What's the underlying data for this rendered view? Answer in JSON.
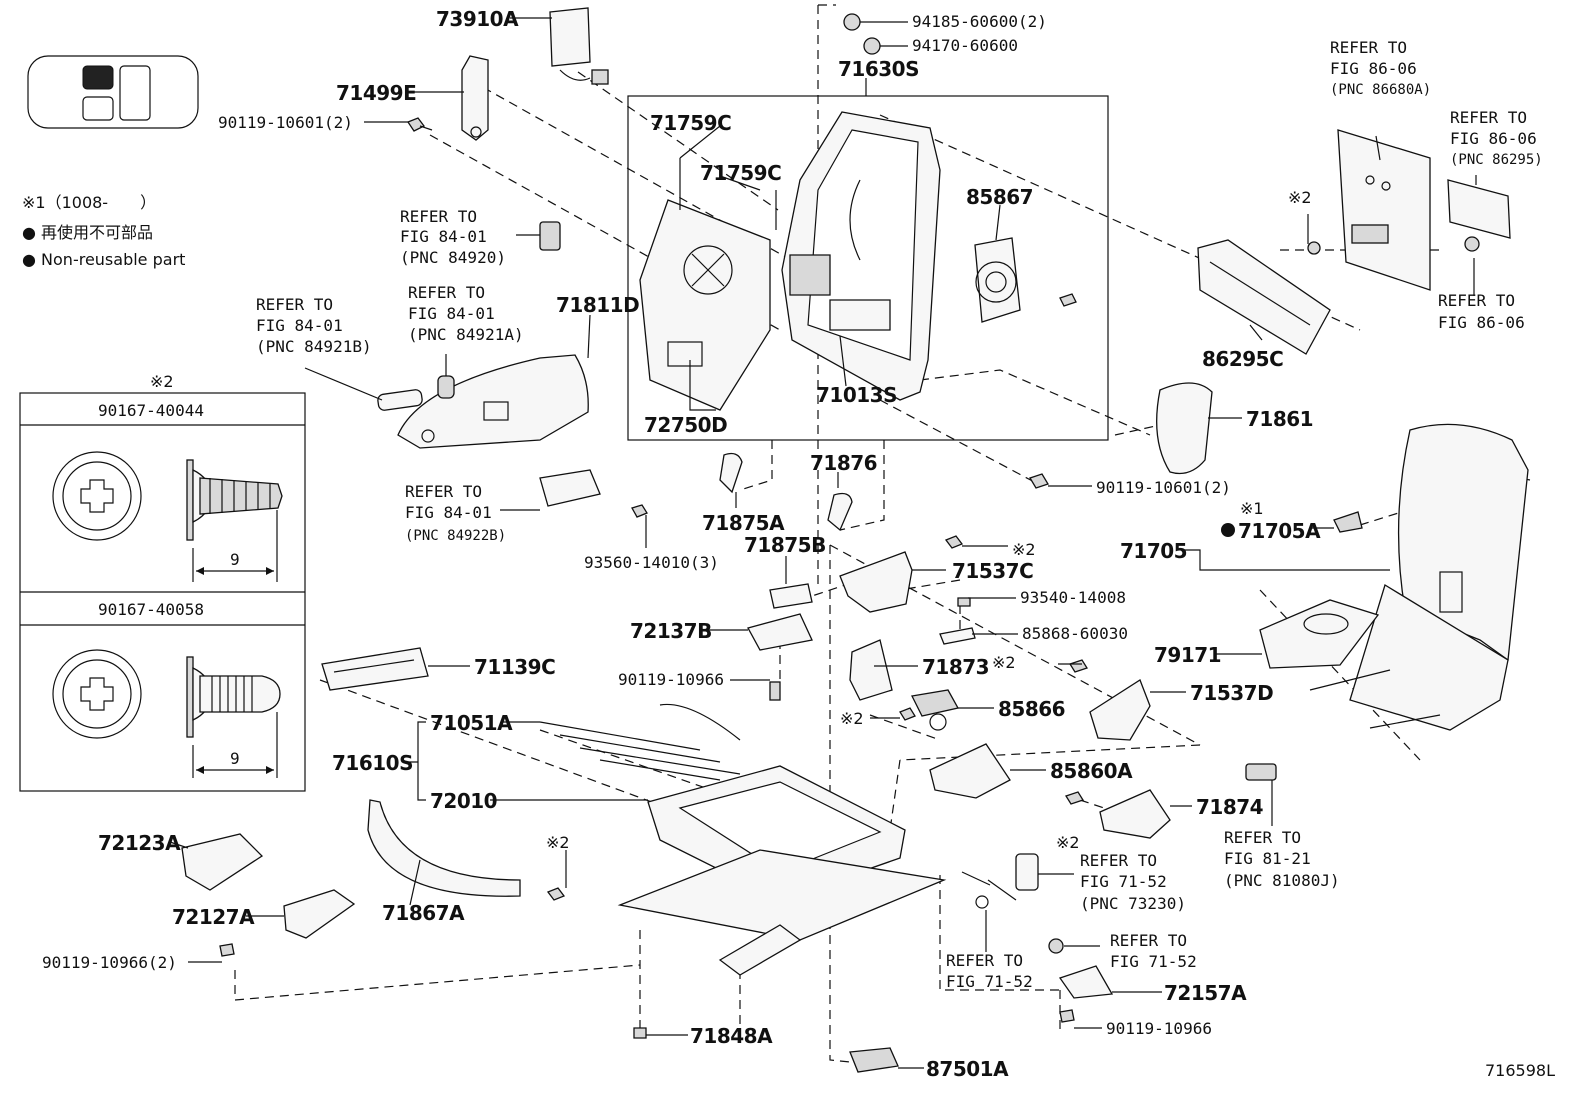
{
  "legend": {
    "note1": "※1（1008-　　）",
    "nonreuse_jp": "● 再使用不可部品",
    "nonreuse_en": "● Non-reusable part"
  },
  "inset": {
    "mark": "※2",
    "part_a": "90167-40044",
    "part_b": "90167-40058",
    "dim_a": "9",
    "dim_b": "9"
  },
  "labels": {
    "p73910A": "73910A",
    "p71499E": "71499E",
    "p90119_10601_a": "90119-10601(2)",
    "p94185": "94185-60600(2)",
    "p94170": "94170-60600",
    "p71630S": "71630S",
    "p71759C_a": "71759C",
    "p71759C_b": "71759C",
    "p85867": "85867",
    "p72750D": "72750D",
    "p71013S": "71013S",
    "p71811D": "71811D",
    "p86295C": "86295C",
    "p71861": "71861",
    "p90119_10601_b": "90119-10601(2)",
    "p71876": "71876",
    "p71875A": "71875A",
    "p71875B": "71875B",
    "p71537C": "71537C",
    "p93560": "93560-14010(3)",
    "p93540": "93540-14008",
    "p85868": "85868-60030",
    "p72137B": "72137B",
    "p71139C": "71139C",
    "p90119_10966_a": "90119-10966",
    "p71873": "71873",
    "p71537D": "71537D",
    "p85866": "85866",
    "p71051A": "71051A",
    "p71610S": "71610S",
    "p72010": "72010",
    "p85860A": "85860A",
    "p71874": "71874",
    "p72123A": "72123A",
    "p72127A": "72127A",
    "p71867A": "71867A",
    "p90119_10966_b": "90119-10966(2)",
    "p71848A": "71848A",
    "p87501A": "87501A",
    "p72157A": "72157A",
    "p90119_10966_c": "90119-10966",
    "p71705": "71705",
    "p71705A": "71705A",
    "p79171": "79171",
    "mark_71705A": "※1",
    "mark_86295C": "※2",
    "mark_71537C": "※2",
    "mark_71537D": "※2",
    "mark_85866": "※2",
    "mark_71874": "※2",
    "mark_71867A": "※2",
    "diagram_id": "716598L"
  },
  "refs": {
    "r84920": [
      "REFER TO",
      "FIG 84-01",
      "(PNC 84920)"
    ],
    "r84921B": [
      "REFER TO",
      "FIG 84-01",
      "(PNC 84921B)"
    ],
    "r84921A": [
      "REFER TO",
      "FIG 84-01",
      "(PNC 84921A)"
    ],
    "r84922B": [
      "REFER TO",
      "FIG 84-01",
      "(PNC 84922B)"
    ],
    "r86680A": [
      "REFER TO",
      "FIG 86-06",
      "(PNC 86680A)"
    ],
    "r86295": [
      "REFER TO",
      "FIG 86-06",
      "(PNC 86295)"
    ],
    "r8606": [
      "REFER TO",
      "FIG 86-06"
    ],
    "r81080J": [
      "REFER TO",
      "FIG 81-21",
      "(PNC 81080J)"
    ],
    "r73230": [
      "REFER TO",
      "FIG 71-52",
      "(PNC 73230)"
    ],
    "r7152a": [
      "REFER TO",
      "FIG 71-52"
    ],
    "r7152b": [
      "REFER TO",
      "FIG 71-52"
    ]
  }
}
